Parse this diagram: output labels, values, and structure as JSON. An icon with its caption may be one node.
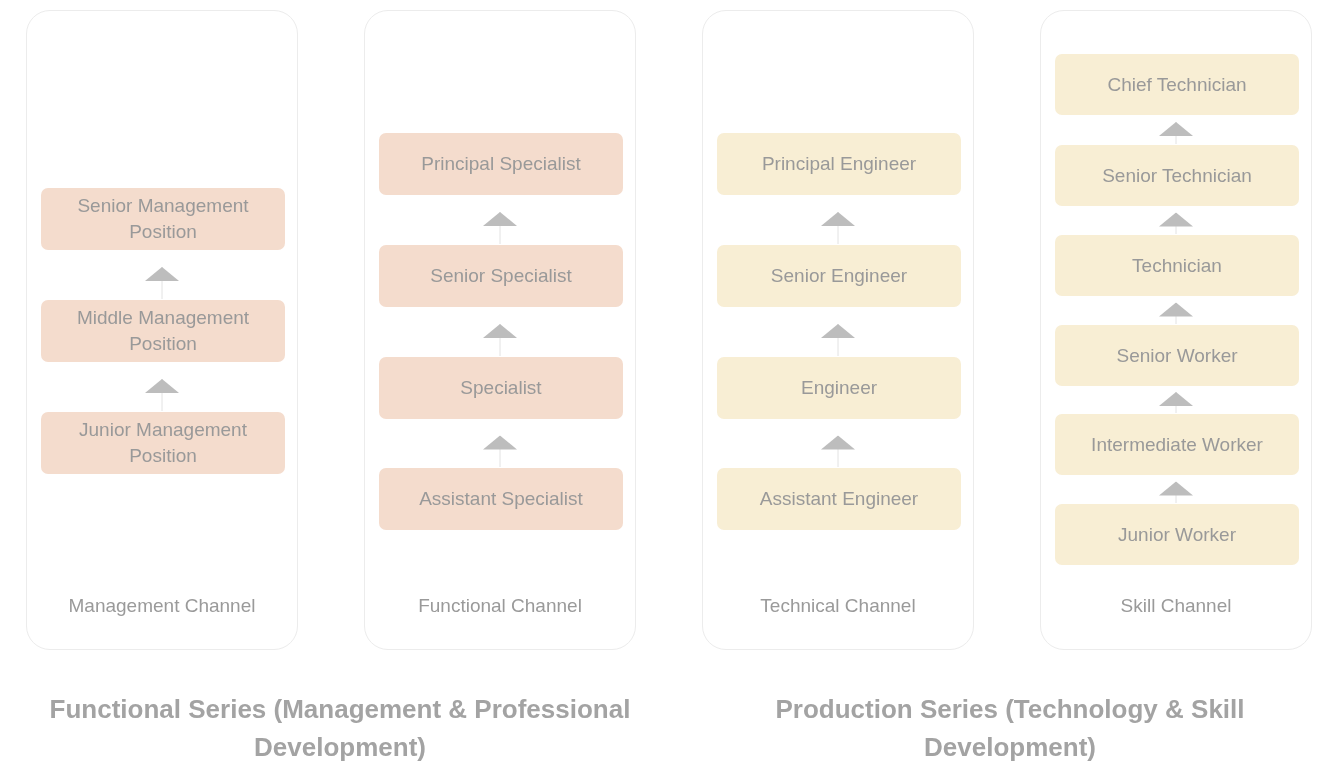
{
  "diagram": {
    "nodes": [
      {
        "text": [
          "Management Channel"
        ]
      },
      {
        "text": [
          "Senior Management Position"
        ],
        "in": 0
      },
      {
        "text": [
          "Middle Management Position"
        ],
        "in": 0
      },
      {
        "text": [
          "Junior Management Position"
        ],
        "in": 0
      },
      {
        "text": [
          "Functional Channel"
        ]
      },
      {
        "text": [
          "Principal Specialist"
        ],
        "in": 4
      },
      {
        "text": [
          "Senior Specialist"
        ],
        "in": 4
      },
      {
        "text": [
          "Specialist"
        ],
        "in": 4
      },
      {
        "text": [
          "Assistant Specialist"
        ],
        "in": 4
      },
      {
        "text": [
          "Technical Channel"
        ]
      },
      {
        "text": [
          "Principal Engineer"
        ],
        "in": 9
      },
      {
        "text": [
          "Senior Engineer"
        ],
        "in": 9
      },
      {
        "text": [
          "Engineer"
        ],
        "in": 9
      },
      {
        "text": [
          "Assistant Engineer"
        ],
        "in": 9
      },
      {
        "text": [
          "Skill Channel"
        ]
      },
      {
        "text": [
          "Chief Technician"
        ],
        "in": 14
      },
      {
        "text": [
          "Senior Technician"
        ],
        "in": 14
      },
      {
        "text": [
          "Technician"
        ],
        "in": 14
      },
      {
        "text": [
          "Senior Worker"
        ],
        "in": 14
      },
      {
        "text": [
          "Intermediate Worker"
        ],
        "in": 14
      },
      {
        "text": [
          "Junior Worker"
        ],
        "in": 14
      }
    ],
    "edges": [
      {
        "from": 2,
        "to": 1,
        "arrow": "to"
      },
      {
        "from": 3,
        "to": 2,
        "arrow": "to"
      },
      {
        "from": 6,
        "to": 5,
        "arrow": "to"
      },
      {
        "from": 7,
        "to": 6,
        "arrow": "to"
      },
      {
        "from": 8,
        "to": 7,
        "arrow": "to"
      },
      {
        "from": 11,
        "to": 10,
        "arrow": "to"
      },
      {
        "from": 12,
        "to": 11,
        "arrow": "to"
      },
      {
        "from": 13,
        "to": 12,
        "arrow": "to"
      },
      {
        "from": 16,
        "to": 15,
        "arrow": "to"
      },
      {
        "from": 17,
        "to": 16,
        "arrow": "to"
      },
      {
        "from": 18,
        "to": 17,
        "arrow": "to"
      },
      {
        "from": 19,
        "to": 18,
        "arrow": "to"
      },
      {
        "from": 20,
        "to": 19,
        "arrow": "to"
      }
    ],
    "labels": [
      "Functional Series (Management & Professional Development)",
      "Production Series (Technology & Skill Development)"
    ]
  }
}
